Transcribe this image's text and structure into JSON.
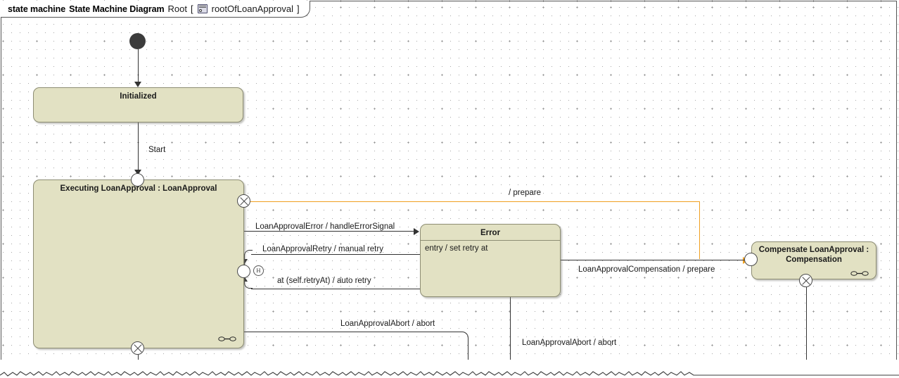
{
  "frame": {
    "keyword": "state machine",
    "diagram_kind": "State Machine Diagram",
    "root_label": "Root",
    "bracket_open": "[",
    "bracket_close": "]",
    "root_name": "rootOfLoanApproval",
    "icon": "state-machine-icon"
  },
  "colors": {
    "state_fill": "#E2E1C3",
    "state_border": "#8D8D73",
    "line": "#333333",
    "highlight_line": "#F0A020",
    "initial_node": "#3C3C3C",
    "background": "#FFFFFF",
    "grid_dot": "#9A9A9A"
  },
  "states": [
    {
      "id": "initialized",
      "name": "Initialized",
      "body": "",
      "has_separator": false
    },
    {
      "id": "executing",
      "name": "Executing LoanApproval : LoanApproval",
      "body": "",
      "has_separator": false
    },
    {
      "id": "error",
      "name": "Error",
      "body": "entry / set retry at",
      "has_separator": true
    },
    {
      "id": "compensate",
      "name_line1": "Compensate LoanApproval :",
      "name_line2": "Compensation",
      "name": "Compensate LoanApproval : Compensation",
      "body": "",
      "has_separator": false
    }
  ],
  "pseudostates": [
    {
      "id": "initial",
      "kind": "initial-node"
    },
    {
      "id": "executing-entry-top",
      "kind": "entry-point"
    },
    {
      "id": "executing-exit-topright",
      "kind": "exit-point"
    },
    {
      "id": "executing-entry-right",
      "kind": "entry-point"
    },
    {
      "id": "executing-history",
      "kind": "shallow-history",
      "label": "H"
    },
    {
      "id": "executing-exit-bottom",
      "kind": "exit-point"
    },
    {
      "id": "compensate-entry-left",
      "kind": "entry-point"
    },
    {
      "id": "compensate-exit-bottom",
      "kind": "exit-point"
    }
  ],
  "transitions": [
    {
      "id": "t-start",
      "label": "Start",
      "from": "Initialized",
      "to": "Executing LoanApproval : LoanApproval"
    },
    {
      "id": "t-prepare",
      "label": "/ prepare",
      "from": "Executing exit point",
      "to": "Compensate LoanApproval : Compensation",
      "highlight": true
    },
    {
      "id": "t-error",
      "label": "LoanApprovalError / handleErrorSignal",
      "from": "Executing LoanApproval : LoanApproval",
      "to": "Error"
    },
    {
      "id": "t-manual-retry",
      "label": "LoanApprovalRetry / manual retry",
      "from": "Error",
      "to": "Executing LoanApproval : LoanApproval"
    },
    {
      "id": "t-auto-retry",
      "label": "at (self.retryAt) / auto retry",
      "from": "Error",
      "to": "Executing LoanApproval : LoanApproval"
    },
    {
      "id": "t-compensation",
      "label": "LoanApprovalCompensation / prepare",
      "from": "Error",
      "to": "Compensate LoanApproval : Compensation"
    },
    {
      "id": "t-abort-1",
      "label": "LoanApprovalAbort / abort",
      "from": "Executing LoanApproval : LoanApproval",
      "to": "(offscreen)"
    },
    {
      "id": "t-abort-2",
      "label": "LoanApprovalAbort / abort",
      "from": "Error",
      "to": "(offscreen)"
    }
  ]
}
